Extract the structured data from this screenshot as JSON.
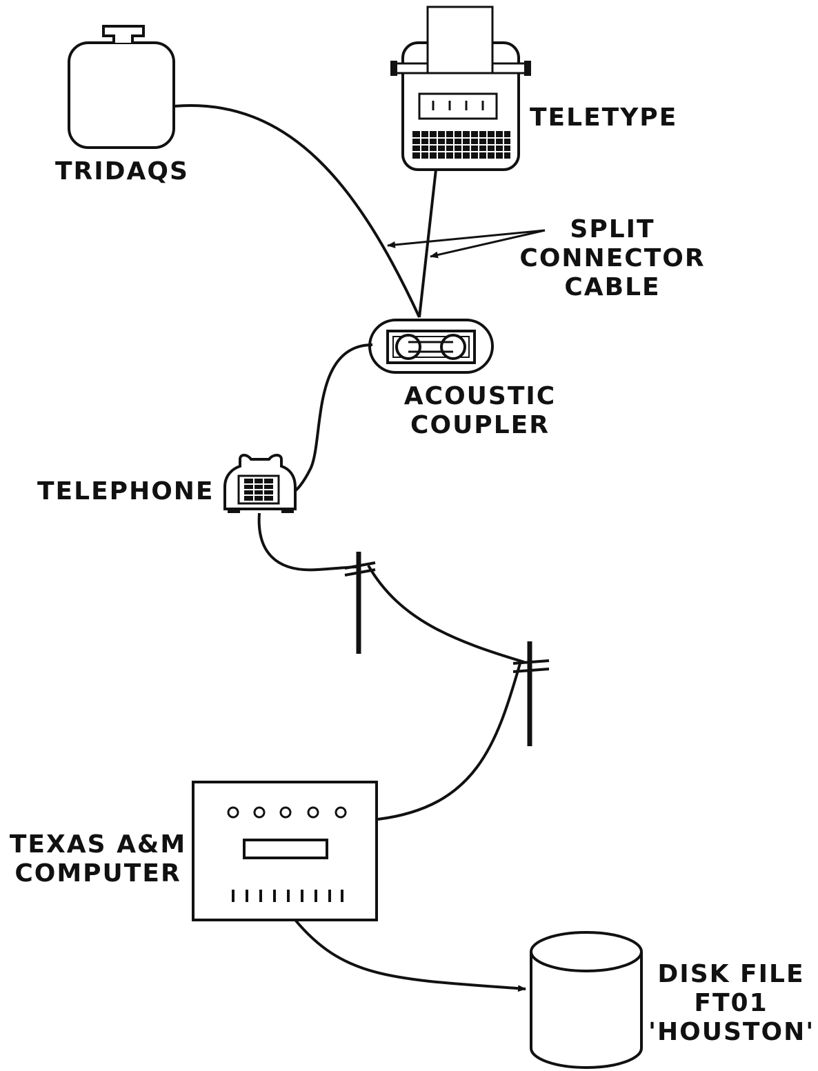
{
  "labels": {
    "tridaqs": "TRIDAQS",
    "teletype": "TELETYPE",
    "split_connector_cable": [
      "SPLIT",
      "CONNECTOR",
      "CABLE"
    ],
    "acoustic_coupler": [
      "ACOUSTIC",
      "COUPLER"
    ],
    "telephone": "TELEPHONE",
    "computer": [
      "TEXAS A&M",
      "COMPUTER"
    ],
    "disk_file": [
      "DISK FILE",
      "FT01",
      "'HOUSTON'"
    ]
  },
  "colors": {
    "ink": "#111111",
    "paper": "#ffffff"
  }
}
